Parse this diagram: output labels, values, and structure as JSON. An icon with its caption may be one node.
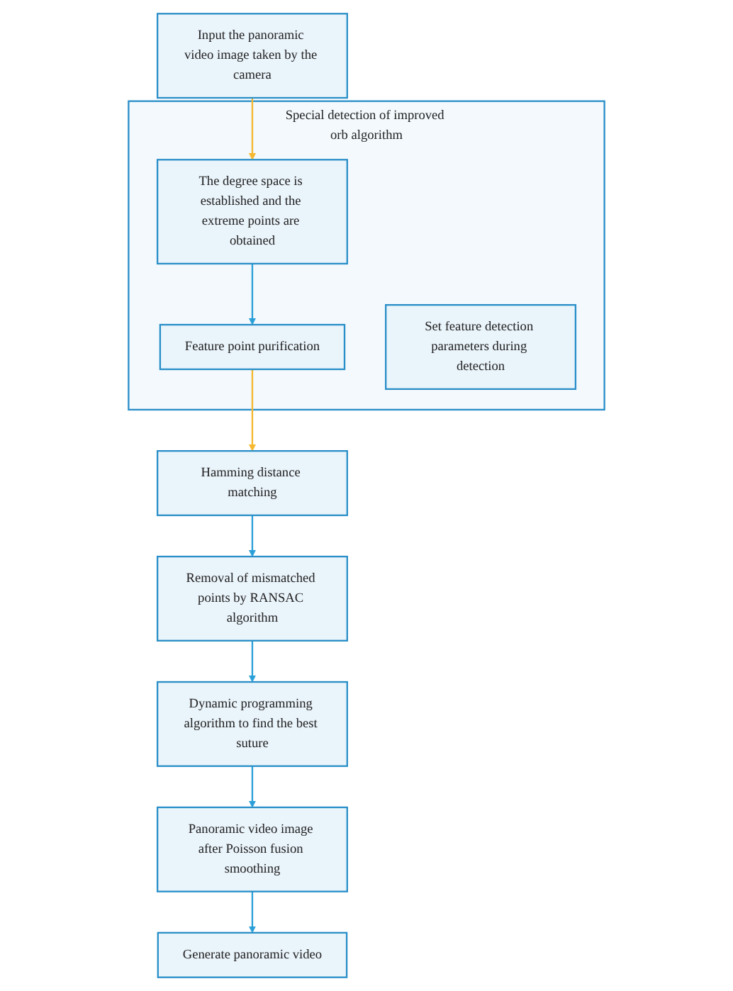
{
  "diagram": {
    "nodes": [
      {
        "text": [
          "Input the panoramic video image taken by the camera"
        ]
      },
      {
        "text": [
          "Special detection of improved orb algorithm"
        ]
      },
      {
        "text": [
          "The degree space is established and the extreme points are obtained"
        ],
        "in": 1
      },
      {
        "text": [
          "Feature point purification"
        ],
        "in": 1
      },
      {
        "text": [
          "Set feature detection parameters during detection"
        ],
        "in": 1
      },
      {
        "text": [
          "Hamming distance matching"
        ]
      },
      {
        "text": [
          "Removal of mismatched points by RANSAC algorithm"
        ]
      },
      {
        "text": [
          "Dynamic programming algorithm to find the best suture"
        ]
      },
      {
        "text": [
          "Panoramic video image after Poisson fusion smoothing"
        ]
      },
      {
        "text": [
          "Generate panoramic video"
        ]
      }
    ],
    "edges": [
      {
        "from": 0,
        "to": 2,
        "arrow": "to",
        "color": "#f5b82e"
      },
      {
        "from": 2,
        "to": 3,
        "arrow": "to"
      },
      {
        "from": 3,
        "to": 5,
        "arrow": "to",
        "color": "#f5b82e"
      },
      {
        "from": 5,
        "to": 6,
        "arrow": "to"
      },
      {
        "from": 6,
        "to": 7,
        "arrow": "to"
      },
      {
        "from": 7,
        "to": 8,
        "arrow": "to"
      },
      {
        "from": 8,
        "to": 9,
        "arrow": "to"
      }
    ]
  }
}
